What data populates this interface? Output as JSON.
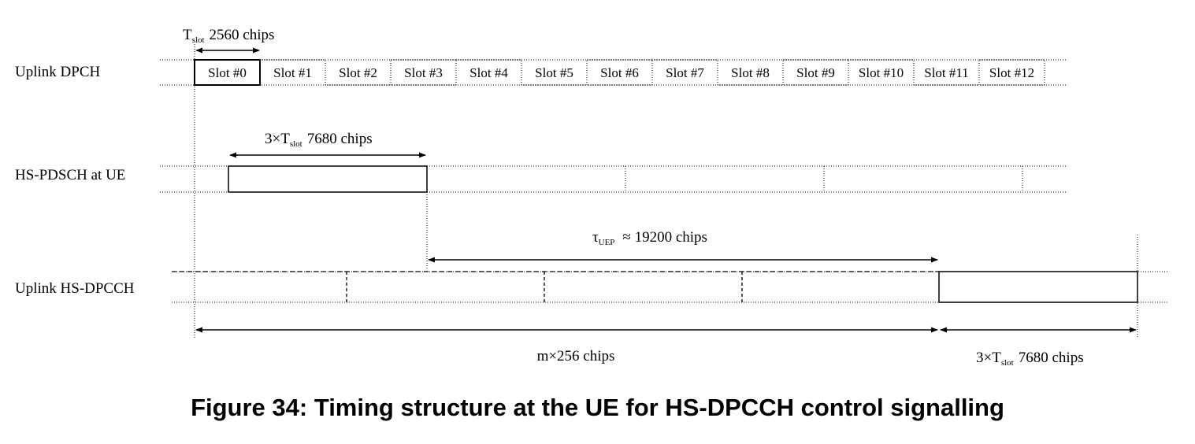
{
  "rows": {
    "uplink_dpch": "Uplink DPCH",
    "hs_pdsch": "HS-PDSCH at UE",
    "uplink_hs_dpcch": "Uplink HS-DPCCH"
  },
  "slots": [
    "Slot #0",
    "Slot #1",
    "Slot #2",
    "Slot #3",
    "Slot #4",
    "Slot #5",
    "Slot #6",
    "Slot #7",
    "Slot #8",
    "Slot #9",
    "Slot #10",
    "Slot #11",
    "Slot #12"
  ],
  "annotations": {
    "tslot": {
      "symbol": "T",
      "sub": "slot",
      "value": "2560 chips"
    },
    "pdsch_duration": {
      "prefix": "3×T",
      "sub": "slot",
      "value": "7680 chips"
    },
    "tuep": {
      "symbol": "τ",
      "sub": "UEP",
      "value": "≈ 19200 chips"
    },
    "m256": "m×256 chips",
    "dpcch_duration": {
      "prefix": "3×T",
      "sub": "slot",
      "value": "7680 chips"
    }
  },
  "caption": "Figure 34: Timing structure at the UE for HS-DPCCH control signalling"
}
